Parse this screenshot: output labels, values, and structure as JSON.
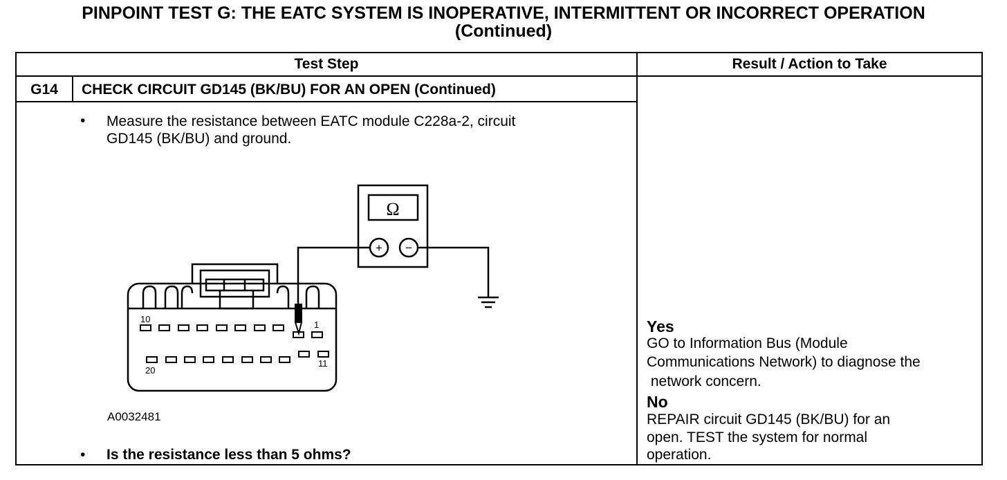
{
  "title": {
    "line1": "PINPOINT TEST  G: THE EATC SYSTEM IS INOPERATIVE, INTERMITTENT OR INCORRECT OPERATION",
    "line2": "(Continued)"
  },
  "table": {
    "col1_header": "Test Step",
    "col2_header": "Result / Action to Take",
    "step": {
      "id": "G14",
      "title": "CHECK CIRCUIT GD145 (BK/BU) FOR AN OPEN (Continued)",
      "bullet_symbol": "•",
      "instruction_line1": "Measure the resistance between EATC module C228a-2, circuit",
      "instruction_line2": "GD145 (BK/BU) and ground.",
      "question": "Is the resistance less than 5 ohms?"
    },
    "diagram": {
      "meter_symbol": "Ω",
      "plus": "+",
      "minus": "−",
      "pin_10": "10",
      "pin_1": "1",
      "pin_20": "20",
      "pin_11": "11",
      "figure_id": "A0032481"
    },
    "result": {
      "yes_label": "Yes",
      "yes_line1": "GO to Information Bus (Module",
      "yes_line2": "Communications Network) to diagnose the",
      "yes_line3": " network concern.",
      "no_label": "No",
      "no_line1": "REPAIR circuit GD145 (BK/BU) for an",
      "no_line2": "open. TEST the system for normal",
      "no_line3": "operation."
    }
  }
}
